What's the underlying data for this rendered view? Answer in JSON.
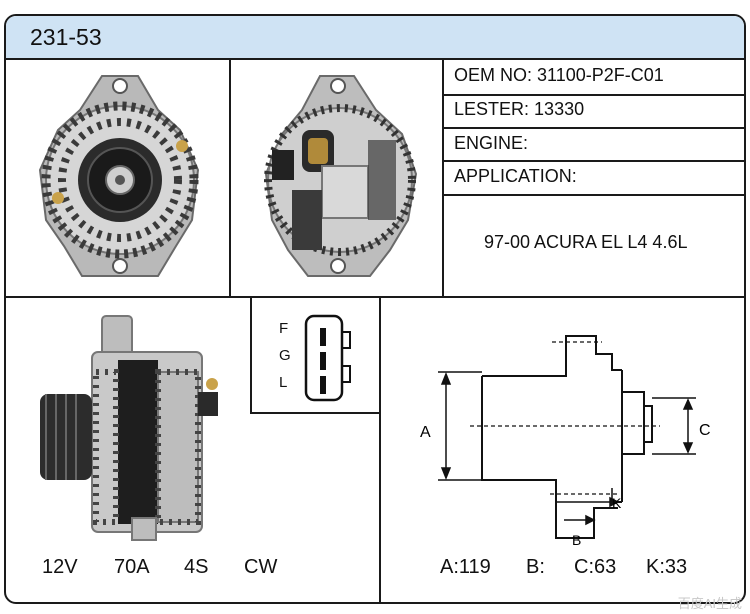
{
  "header": {
    "part_number": "231-53"
  },
  "info": {
    "oem_label": "OEM NO:",
    "oem_value": "31100-P2F-C01",
    "lester_label": "LESTER:",
    "lester_value": "13330",
    "engine_label": "ENGINE:",
    "engine_value": "",
    "application_label": "APPLICATION:",
    "application_value": "97-00 ACURA EL L4 4.6L"
  },
  "connector": {
    "pins": [
      "F",
      "G",
      "L"
    ]
  },
  "specs": {
    "voltage": "12V",
    "amperage": "70A",
    "pulley": "4S",
    "rotation": "CW"
  },
  "dimensions": {
    "a_label": "A:119",
    "b_label": "B:",
    "c_label": "C:63",
    "k_label": "K:33",
    "diagram_labels": {
      "a": "A",
      "b": "B",
      "c": "C",
      "k": "K"
    }
  },
  "watermark": "百度AI生成"
}
